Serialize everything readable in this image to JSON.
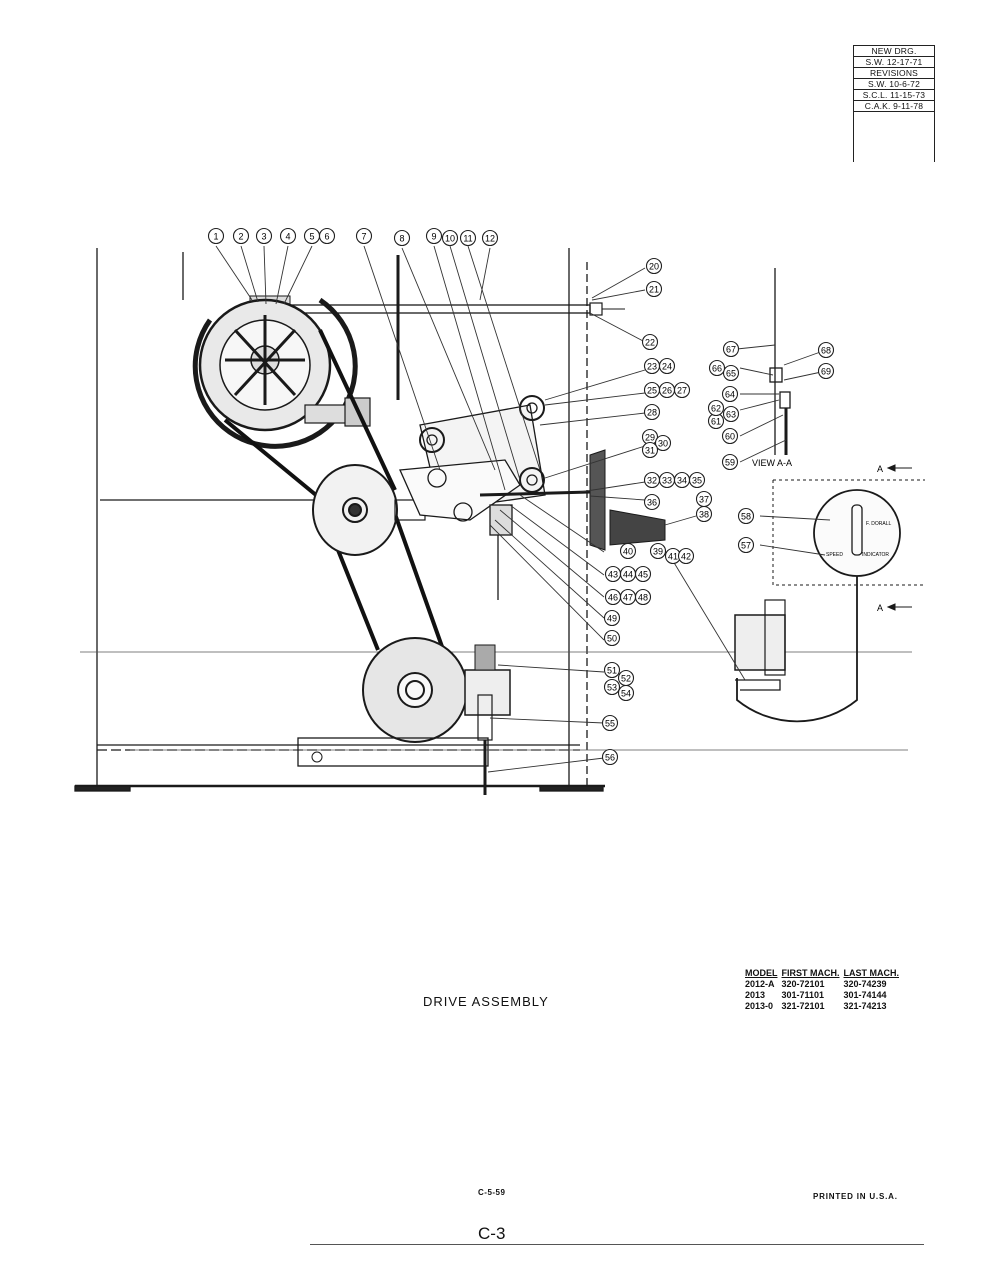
{
  "revisions": [
    "NEW DRG.",
    "S.W. 12-17-71",
    "REVISIONS",
    "S.W. 10-6-72",
    "S.C.L. 11-15-73",
    "C.A.K. 9-11-78"
  ],
  "callouts": [
    "1",
    "2",
    "3",
    "4",
    "5",
    "6",
    "7",
    "8",
    "9",
    "10",
    "11",
    "12",
    "20",
    "21",
    "22",
    "23",
    "24",
    "25",
    "26",
    "27",
    "28",
    "29",
    "30",
    "31",
    "32",
    "33",
    "34",
    "35",
    "36",
    "37",
    "38",
    "39",
    "40",
    "41",
    "42",
    "43",
    "44",
    "45",
    "46",
    "47",
    "48",
    "49",
    "50",
    "51",
    "52",
    "53",
    "54",
    "55",
    "56",
    "57",
    "58",
    "59",
    "60",
    "61",
    "62",
    "63",
    "64",
    "65",
    "66",
    "67",
    "68",
    "69"
  ],
  "view_label": "VIEW A-A",
  "section_marks": [
    "A",
    "A"
  ],
  "dial": {
    "left_text": "SPEED",
    "right_text": "INDICATOR",
    "top_text": "F. DORALL"
  },
  "title": "DRIVE ASSEMBLY",
  "model_table": {
    "headers": [
      "MODEL",
      "FIRST MACH.",
      "LAST MACH."
    ],
    "rows": [
      [
        "2012-A",
        "320-72101",
        "320-74239"
      ],
      [
        "2013",
        "301-71101",
        "301-74144"
      ],
      [
        "2013-0",
        "321-72101",
        "321-74213"
      ]
    ]
  },
  "footer": {
    "code": "C-5-59",
    "printed": "PRINTED IN U.S.A.",
    "page": "C-3"
  }
}
